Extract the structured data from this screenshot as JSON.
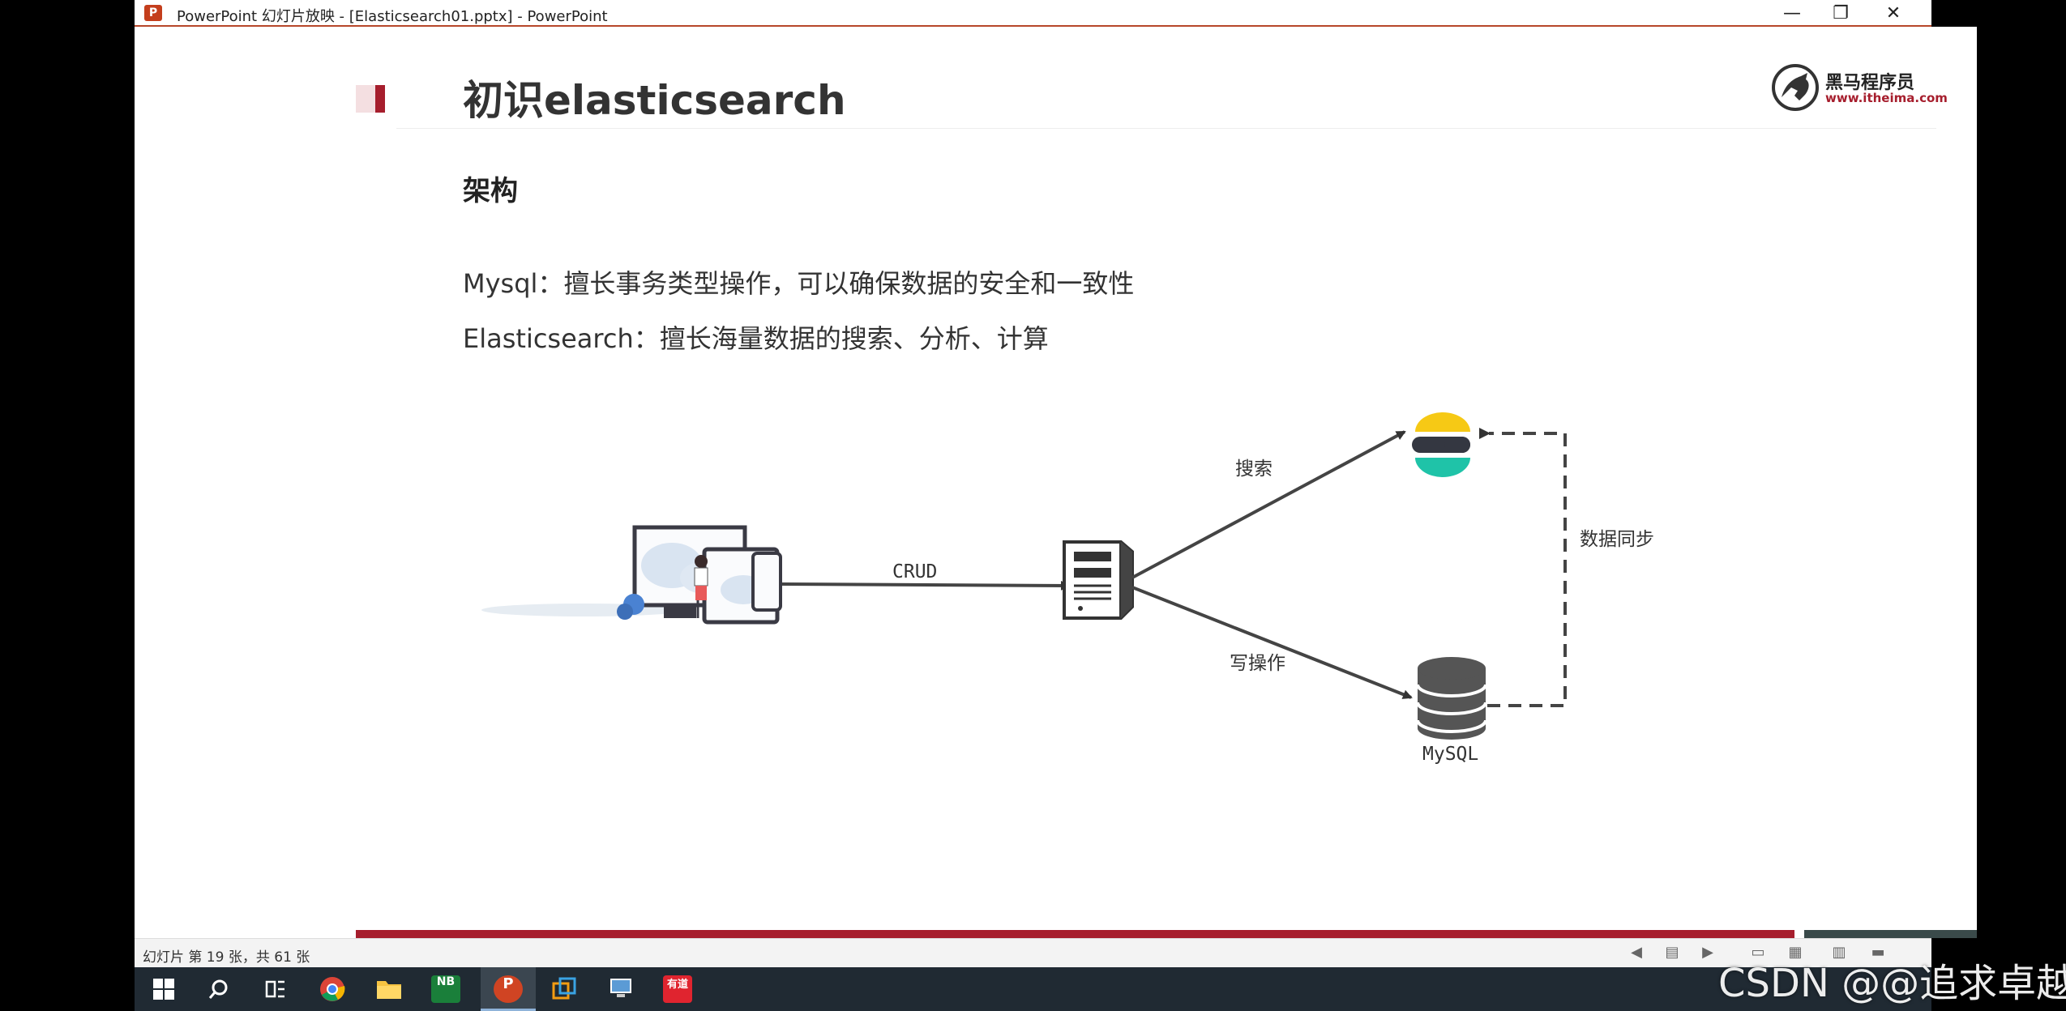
{
  "window": {
    "title": "PowerPoint 幻灯片放映 - [Elasticsearch01.pptx] - PowerPoint",
    "app_icon_letter": "P",
    "minimize_glyph": "—",
    "restore_glyph": "❐",
    "close_glyph": "✕"
  },
  "slide": {
    "title": "初识elasticsearch",
    "logo_name": "黑马程序员",
    "logo_url": "www.itheima.com",
    "section": "架构",
    "lines": [
      "Mysql：擅长事务类型操作，可以确保数据的安全和一致性",
      "Elasticsearch：擅长海量数据的搜索、分析、计算"
    ],
    "diagram": {
      "crud_label": "CRUD",
      "search_label": "搜索",
      "write_label": "写操作",
      "sync_label": "数据同步",
      "mysql_label": "MySQL"
    }
  },
  "status": {
    "slide_info": "幻灯片 第 19 张，共 61 张"
  },
  "taskbar": {
    "items": [
      "start-icon",
      "search-icon",
      "task-view-icon",
      "chrome-icon",
      "file-explorer-icon",
      "onenote-icon",
      "powerpoint-icon",
      "vmware-icon",
      "remote-desktop-icon",
      "youdao-icon"
    ],
    "youdao_label": "有道"
  },
  "watermark": "CSDN @@追求卓越",
  "colors": {
    "accent_red": "#a61e2d",
    "es_yellow": "#f6c915",
    "es_teal": "#1fc3a8",
    "es_dark": "#343741",
    "db_gray": "#555555"
  }
}
